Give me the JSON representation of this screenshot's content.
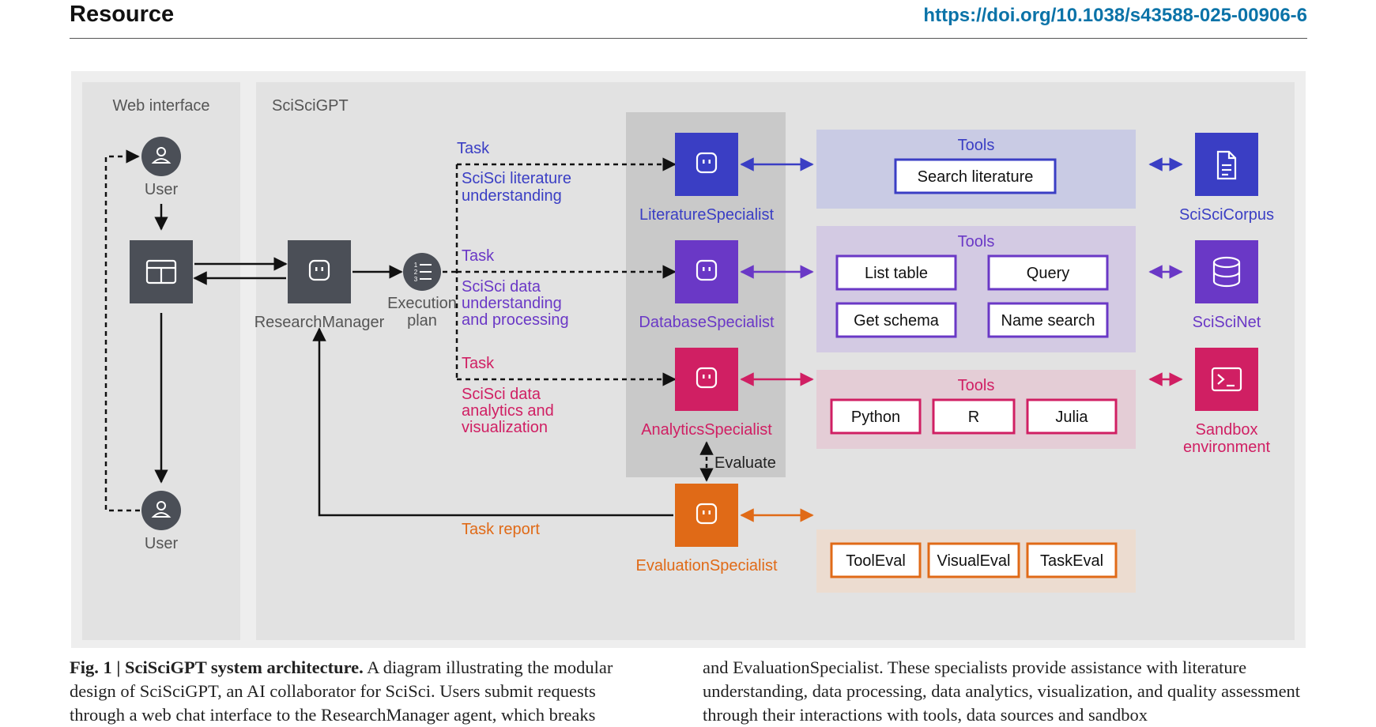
{
  "header": {
    "section": "Resource",
    "doi": "https://doi.org/10.1038/s43588-025-00906-6"
  },
  "figure": {
    "panel_web": "Web interface",
    "panel_main": "SciSciGPT",
    "user_top": "User",
    "user_bottom": "User",
    "research_manager": "ResearchManager",
    "execution_plan": [
      "Execution",
      "plan"
    ],
    "evaluate": "Evaluate",
    "task_report": "Task report",
    "rows": [
      {
        "task": "Task",
        "desc": [
          "SciSci literature",
          "understanding"
        ],
        "specialist": "LiteratureSpecialist",
        "tools_title": "Tools",
        "tools": [
          "Search literature"
        ],
        "resource": "SciSciCorpus",
        "color": "#3a3ec4"
      },
      {
        "task": "Task",
        "desc": [
          "SciSci data",
          "understanding",
          "and processing"
        ],
        "specialist": "DatabaseSpecialist",
        "tools_title": "Tools",
        "tools": [
          "List table",
          "Query",
          "Get schema",
          "Name search"
        ],
        "resource": "SciSciNet",
        "color": "#6a38c6"
      },
      {
        "task": "Task",
        "desc": [
          "SciSci data",
          "analytics and",
          "visualization"
        ],
        "specialist": "AnalyticsSpecialist",
        "tools_title": "Tools",
        "tools": [
          "Python",
          "R",
          "Julia"
        ],
        "resource_lines": [
          "Sandbox",
          "environment"
        ],
        "color": "#d01f63"
      }
    ],
    "evaluation": {
      "specialist": "EvaluationSpecialist",
      "tools": [
        "ToolEval",
        "VisualEval",
        "TaskEval"
      ],
      "color": "#e06a17"
    }
  },
  "caption": {
    "label": "Fig. 1 | SciSciGPT system architecture.",
    "left_text": " A diagram illustrating the modular design of SciSciGPT, an AI collaborator for SciSci. Users submit requests through a web chat interface to the ResearchManager agent, which breaks",
    "right_text": "and EvaluationSpecialist. These specialists provide assistance with literature understanding, data processing, data analytics, visualization, and quality assessment through their interactions with tools, data sources and sandbox"
  },
  "colors": {
    "literature": "#3a3ec4",
    "database": "#6a38c6",
    "analytics": "#d01f63",
    "evaluation": "#e06a17",
    "dark": "#4b4f57",
    "panel": "#e2e2e2",
    "frame": "#eeeeee"
  }
}
